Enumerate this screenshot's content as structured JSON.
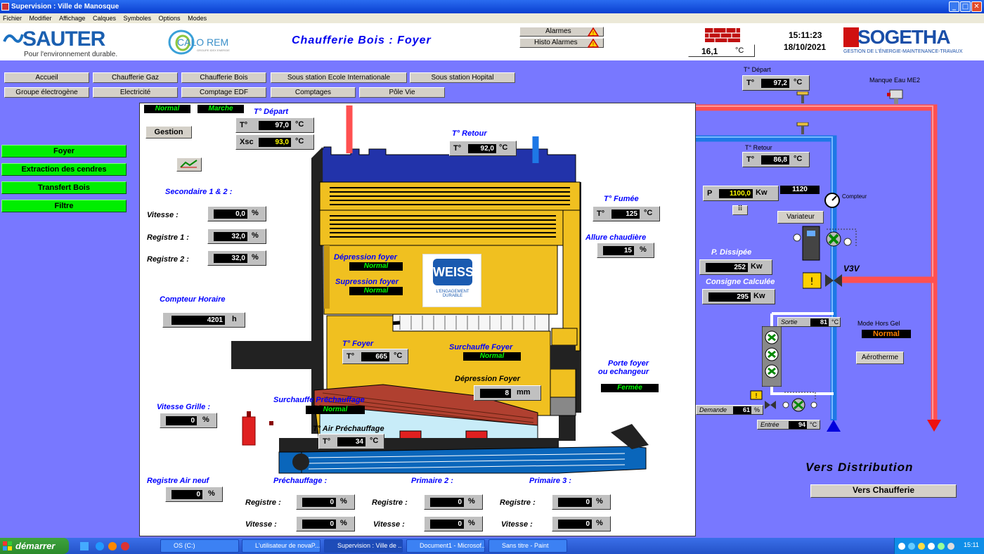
{
  "window": {
    "title": "Supervision : Ville de Manosque",
    "controls": [
      "_",
      "□",
      "✕"
    ]
  },
  "menu": [
    "Fichier",
    "Modifier",
    "Affichage",
    "Calques",
    "Symboles",
    "Options",
    "Modes"
  ],
  "header": {
    "sauter_logo": "SAUTER",
    "sauter_tagline": "Pour l'environnement durable.",
    "calorem_logo": "CALO REM",
    "calorem_sub": "GROUPE IDEX ENERGIE",
    "title": "Chaufferie Bois : Foyer",
    "alarmes": "Alarmes",
    "histo_alarmes": "Histo Alarmes",
    "outside_temp": "16,1",
    "outside_unit": "°C",
    "time": "15:11:23",
    "date": "18/10/2021",
    "sogetha_logo": "SOGETHA",
    "sogetha_tagline": "GESTION DE L'ÉNERGIE-MAINTENANCE-TRAVAUX"
  },
  "nav_row1": [
    "Accueil",
    "Chaufferie Gaz",
    "Chaufferie Bois",
    "Sous station Ecole Internationale",
    "Sous station Hopital"
  ],
  "nav_row2": [
    "Groupe électrogène",
    "Electricité",
    "Comptage EDF",
    "Comptages",
    "Pôle Vie"
  ],
  "side_menu": [
    "Foyer",
    "Extraction des cendres",
    "Transfert Bois",
    "Filtre"
  ],
  "panel": {
    "status_normal": "Normal",
    "status_marche": "Marche",
    "gestion": "Gestion",
    "t_depart_label": "T° Départ",
    "t_depart_pre": "T°",
    "t_depart_val": "97,0",
    "t_depart_unit": "°C",
    "xsc_pre": "Xsc",
    "xsc_val": "93,0",
    "xsc_unit": "°C",
    "t_retour_label": "T° Retour",
    "t_retour_pre": "T°",
    "t_retour_val": "92,0",
    "t_retour_unit": "°C",
    "secondaire_label": "Secondaire 1 & 2 :",
    "vitesse_label": "Vitesse :",
    "vitesse_val": "0,0",
    "registre1_label": "Registre 1 :",
    "registre1_val": "32,0",
    "registre2_label": "Registre 2 :",
    "registre2_val": "32,0",
    "percent": "%",
    "compteur_horaire_label": "Compteur Horaire",
    "compteur_horaire_val": "4201",
    "compteur_horaire_unit": "h",
    "t_fumee_label": "T° Fumée",
    "t_fumee_pre": "T°",
    "t_fumee_val": "125",
    "t_fumee_unit": "°C",
    "allure_label": "Allure chaudière",
    "allure_val": "15",
    "depression_foyer_label": "Dépression foyer",
    "depression_foyer_status": "Normal",
    "supression_foyer_label": "Supression foyer",
    "supression_foyer_status": "Normal",
    "weiss_logo": "WEISS",
    "weiss_tagline": "L'ENGAGEMENT DURABLE",
    "t_foyer_label": "T° Foyer",
    "t_foyer_pre": "T°",
    "t_foyer_val": "665",
    "t_foyer_unit": "°C",
    "surchauffe_foyer_label": "Surchauffe Foyer",
    "surchauffe_foyer_status": "Normal",
    "depression_foyer2_label": "Dépression Foyer",
    "depression_foyer2_val": "8",
    "depression_foyer2_unit": "mm",
    "porte_label1": "Porte foyer",
    "porte_label2": "ou echangeur",
    "porte_status": "Fermée",
    "surchauffe_prechauffage_label": "Surchauffe Préchauffage",
    "surchauffe_prechauffage_status": "Normal",
    "t_air_label": "T° Air Préchauffage",
    "t_air_pre": "T°",
    "t_air_val": "34",
    "t_air_unit": "°C",
    "vitesse_grille_label": "Vitesse Grille :",
    "vitesse_grille_val": "0",
    "registre_air_neuf_label": "Registre Air neuf",
    "registre_air_neuf_val": "0",
    "prechauffage_label": "Préchauffage :",
    "primaire2_label": "Primaire 2 :",
    "primaire3_label": "Primaire 3 :",
    "registre_label": "Registre :",
    "vitesse2_label": "Vitesse :",
    "pre_reg_val": "0",
    "pre_vit_val": "0",
    "p2_reg_val": "0",
    "p2_vit_val": "0",
    "p3_reg_val": "0",
    "p3_vit_val": "0"
  },
  "right": {
    "t_depart_label": "T° Départ",
    "t_depart_pre": "T°",
    "t_depart_val": "97,2",
    "t_depart_unit": "°C",
    "manque_eau": "Manque Eau ME2",
    "t_retour_label": "T° Retour",
    "t_retour_pre": "T°",
    "t_retour_val": "86,8",
    "t_retour_unit": "°C",
    "p_pre": "P",
    "p_val": "1100,0",
    "p_unit": "Kw",
    "p_counter": "1120",
    "compteur": "Compteur",
    "variateur": "Variateur",
    "p_dissipee_label": "P. Dissipée",
    "p_dissipee_val": "252",
    "p_dissipee_unit": "Kw",
    "consigne_label": "Consigne Calculée",
    "consigne_val": "295",
    "consigne_unit": "Kw",
    "v3v": "V3V",
    "sortie_label": "Sortie",
    "sortie_val": "81",
    "sortie_unit": "°C",
    "mode_hors_gel_label": "Mode Hors Gel",
    "mode_hors_gel_status": "Normal",
    "aerotherme": "Aérotherme",
    "demande_label": "Demande",
    "demande_val": "61",
    "demande_unit": "%",
    "entree_label": "Entrée",
    "entree_val": "94",
    "entree_unit": "°C",
    "vers_distribution": "Vers Distribution",
    "vers_chaufferie": "Vers Chaufferie"
  },
  "taskbar": {
    "start": "démarrer",
    "items": [
      "OS (C:)",
      "L'utilisateur de novaP...",
      "Supervision : Ville de ...",
      "Document1 - Microsof...",
      "Sans titre - Paint"
    ],
    "clock": "15:11"
  },
  "colors": {
    "background": "#7878ff",
    "hot_pipe": "#ff5050",
    "cold_pipe": "#1e78e6",
    "boiler": "#f0c020",
    "status_green": "#00ff00"
  }
}
